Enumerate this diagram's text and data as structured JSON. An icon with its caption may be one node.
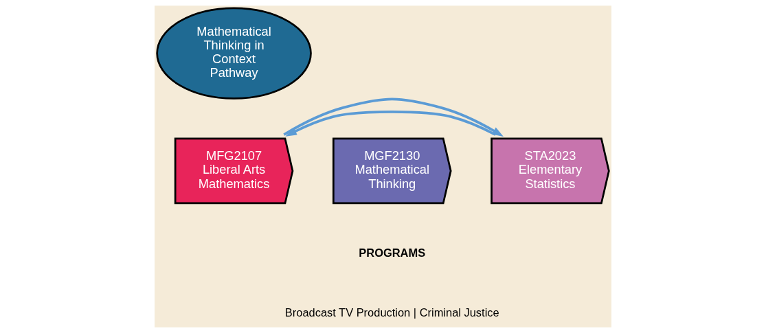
{
  "diagram": {
    "nodes": [
      {
        "text": [
          "Mathematical Thinking in Context Pathway"
        ]
      },
      {
        "text": [
          "MGF2130 Mathematical Thinking"
        ]
      },
      {
        "text": [
          "STA2023 Elementary Statistics"
        ]
      },
      {
        "text": [
          "MFG2107 Liberal Arts Mathematics"
        ]
      }
    ],
    "edges": [
      {
        "from": 2,
        "to": 3,
        "arrow": "to"
      },
      {
        "from": 3,
        "to": 2,
        "arrow": "to"
      }
    ],
    "labels": [
      "PROGRAMS",
      "Broadcast TV Production | Criminal Justice"
    ]
  }
}
